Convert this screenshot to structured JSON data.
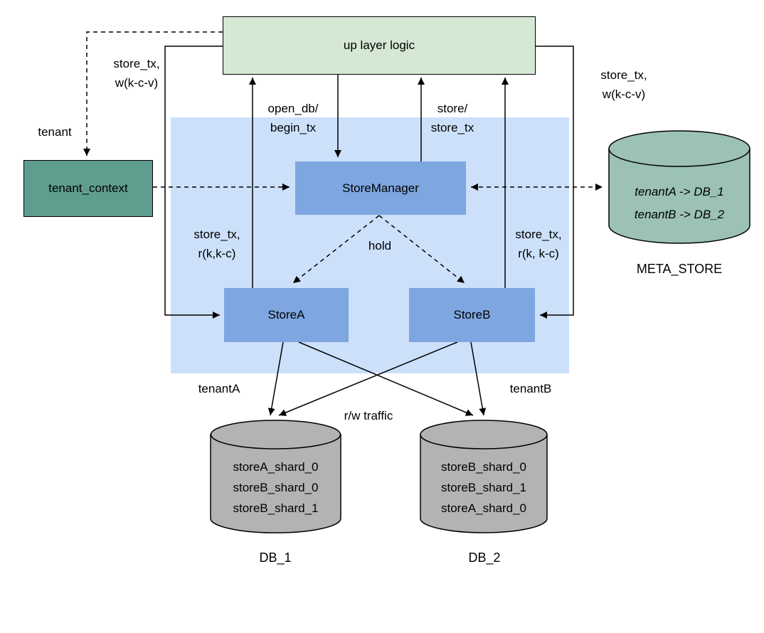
{
  "nodes": {
    "up_layer_logic": "up layer logic",
    "tenant_context": "tenant_context",
    "store_manager": "StoreManager",
    "store_a": "StoreA",
    "store_b": "StoreB"
  },
  "meta_store": {
    "title": "META_STORE",
    "lines": [
      "tenantA -> DB_1",
      "tenantB -> DB_2"
    ]
  },
  "db_1": {
    "title": "DB_1",
    "lines": [
      "storeA_shard_0",
      "storeB_shard_0",
      "storeB_shard_1"
    ]
  },
  "db_2": {
    "title": "DB_2",
    "lines": [
      "storeB_shard_0",
      "storeB_shard_1",
      "storeA_shard_0"
    ]
  },
  "edge_labels": {
    "tenant": "tenant",
    "left_write": "store_tx,\nw(k-c-v)",
    "right_write": "store_tx,\nw(k-c-v)",
    "open_db": "open_db/\nbegin_tx",
    "store": "store/\nstore_tx",
    "left_read": "store_tx,\nr(k,k-c)",
    "right_read": "store_tx,\nr(k, k-c)",
    "hold": "hold",
    "tenant_a": "tenantA",
    "tenant_b": "tenantB",
    "rw_traffic": "r/w traffic"
  },
  "colors": {
    "up_layer_fill": "#d5e8d4",
    "region_fill": "#cce0fa",
    "store_fill": "#7ea6e0",
    "tenant_fill": "#5f9e8f",
    "meta_fill": "#9bc2b4",
    "db_fill": "#b3b3b3"
  }
}
